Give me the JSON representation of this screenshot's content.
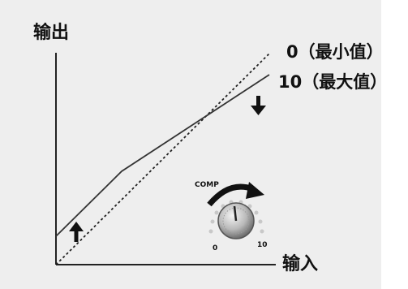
{
  "diagram": {
    "y_axis_label": "输出",
    "x_axis_label": "输入",
    "line_min_label": "0（最小值）",
    "line_max_label": "10（最大值）",
    "knob": {
      "title": "COMP",
      "min_label": "0",
      "max_label": "10"
    }
  }
}
